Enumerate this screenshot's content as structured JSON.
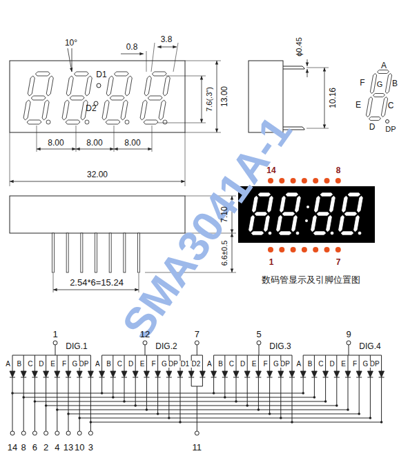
{
  "diagram": {
    "caption": "数码管显示及引脚位置图",
    "labels": [
      "10°",
      "0.8",
      "3.8",
      "D1",
      "D2",
      "7.6(.3\")",
      "13.00",
      "8.00",
      "8.00",
      "8.00",
      "32.00",
      "ϕ0.45",
      "10.16",
      "A",
      "F",
      "G",
      "B",
      "E",
      "C",
      "D",
      "DP",
      "7.10",
      "6.6±0.5",
      "2.54*6=15.24",
      "14",
      "8",
      "1",
      "7",
      "1",
      "DIG.1",
      "12",
      "DIG.2",
      "7",
      "5",
      "DIG.3",
      "9",
      "DIG.4",
      "A",
      "B",
      "C",
      "D",
      "E",
      "F",
      "G",
      "DP",
      "A",
      "B",
      "C",
      "D",
      "E",
      "F",
      "G",
      "DP",
      "D1",
      "D2",
      "A",
      "B",
      "C",
      "D",
      "E",
      "F",
      "G",
      "DP",
      "A",
      "B",
      "C",
      "D",
      "E",
      "F",
      "G",
      "DP",
      "14",
      "8",
      "6",
      "2",
      "4",
      "13",
      "10",
      "3",
      "11",
      "SMA3041A-1"
    ]
  }
}
